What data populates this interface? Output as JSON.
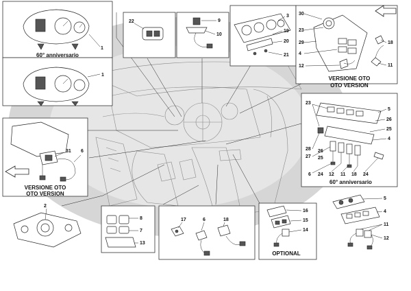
{
  "callouts": {
    "p1a": "1",
    "p1b": "1",
    "p2": "2",
    "p3": "3",
    "p4a": "4",
    "p4b": "4",
    "p4c": "4",
    "p5a": "5",
    "p5b": "5",
    "p6a": "6",
    "p6b": "6",
    "p6c": "6",
    "p7": "7",
    "p8": "8",
    "p9": "9",
    "p10": "10",
    "p11a": "11",
    "p11b": "11",
    "p11c": "11",
    "p12a": "12",
    "p12b": "12",
    "p12c": "12",
    "p13": "13",
    "p14": "14",
    "p15": "15",
    "p16": "16",
    "p17": "17",
    "p18a": "18",
    "p18b": "18",
    "p18c": "18",
    "p19": "19",
    "p20": "20",
    "p21": "21",
    "p22": "22",
    "p23a": "23",
    "p23b": "23",
    "p24a": "24",
    "p24b": "24",
    "p25a": "25",
    "p25b": "25",
    "p26a": "26",
    "p26b": "26",
    "p27": "27",
    "p28": "28",
    "p29": "29",
    "p30": "30",
    "p31": "31"
  },
  "captions": {
    "anniv_left": "60° anniversario",
    "anniv_right": "60° anniversario",
    "oto_right_1": "VERSIONE OTO",
    "oto_right_2": "OTO VERSION",
    "oto_left_1": "VERSIONE OTO",
    "oto_left_2": "OTO VERSION",
    "optional": "OPTIONAL"
  }
}
